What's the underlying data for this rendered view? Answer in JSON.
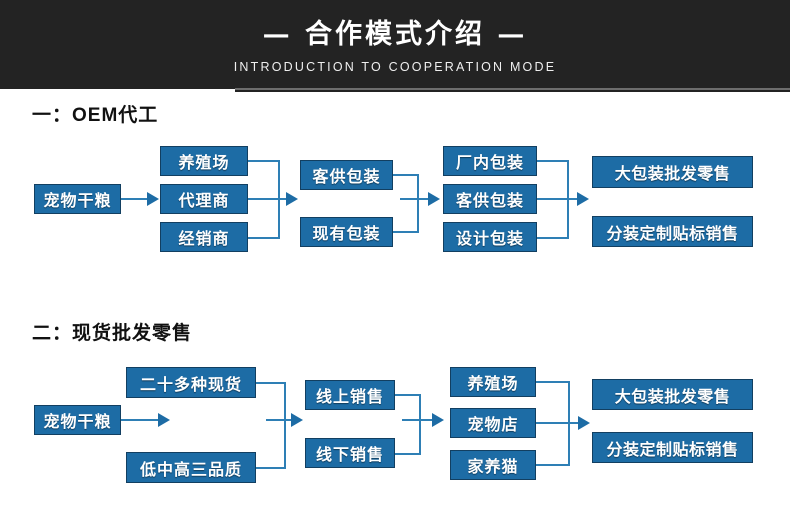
{
  "header": {
    "title": "— 合作模式介绍 —",
    "subtitle": "INTRODUCTION TO COOPERATION MODE",
    "background_color": "#232323",
    "text_color": "#ffffff"
  },
  "theme": {
    "box_fill": "#1d6ca5",
    "box_border": "#123f61",
    "connector": "#2e7fb5",
    "page_background": "#ffffff",
    "heading_color": "#111111"
  },
  "sections": [
    {
      "heading": "一：OEM代工",
      "columns": [
        {
          "name": "source",
          "boxes": [
            {
              "label": "宠物干粮"
            }
          ]
        },
        {
          "name": "channel",
          "boxes": [
            {
              "label": "养殖场"
            },
            {
              "label": "代理商"
            },
            {
              "label": "经销商"
            }
          ]
        },
        {
          "name": "packaging-supply",
          "boxes": [
            {
              "label": "客供包装"
            },
            {
              "label": "现有包装"
            }
          ]
        },
        {
          "name": "packaging-type",
          "boxes": [
            {
              "label": "厂内包装"
            },
            {
              "label": "客供包装"
            },
            {
              "label": "设计包装"
            }
          ]
        },
        {
          "name": "outcome",
          "boxes": [
            {
              "label": "大包装批发零售"
            },
            {
              "label": "分装定制贴标销售"
            }
          ]
        }
      ]
    },
    {
      "heading": "二：现货批发零售",
      "columns": [
        {
          "name": "source",
          "boxes": [
            {
              "label": "宠物干粮"
            }
          ]
        },
        {
          "name": "stock",
          "boxes": [
            {
              "label": "二十多种现货"
            },
            {
              "label": "低中高三品质"
            }
          ]
        },
        {
          "name": "sales-channel",
          "boxes": [
            {
              "label": "线上销售"
            },
            {
              "label": "线下销售"
            }
          ]
        },
        {
          "name": "customer",
          "boxes": [
            {
              "label": "养殖场"
            },
            {
              "label": "宠物店"
            },
            {
              "label": "家养猫"
            }
          ]
        },
        {
          "name": "outcome",
          "boxes": [
            {
              "label": "大包装批发零售"
            },
            {
              "label": "分装定制贴标销售"
            }
          ]
        }
      ]
    }
  ]
}
